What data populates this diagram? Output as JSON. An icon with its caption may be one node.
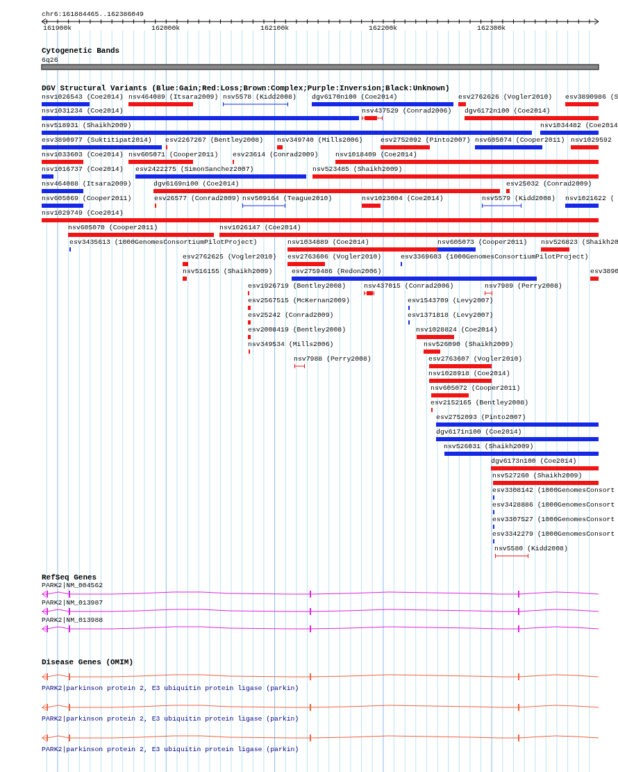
{
  "diagram": {
    "labels": [
      "chr6:161884465..162386049",
      "161900k",
      "162000k",
      "162100k",
      "162200k",
      "162300k",
      "Cytogenetic Bands",
      "6q26",
      "DGV Structural Variants (Blue:Gain;Red:Loss;Brown:Complex;Purple:Inversion;Black:Unknown)",
      "nsv1026543 (Coe2014)",
      "nsv464089 (Itsara2009)",
      "nsv5578 (Kidd2008)",
      "dgv6170n100 (Coe2014)",
      "esv2762626 (Vogler2010)",
      "esv3890986 (S",
      "nsv1031234 (Coe2014)",
      "nsv437529 (Conrad2006)",
      "dgv6172n100 (Coe2014)",
      "nsv518931 (Shaikh2009)",
      "nsv1034482 (Coe2014",
      "esv3890977 (Suktitipat2014)",
      "esv2267267 (Bentley2008)",
      "nsv349740 (Mills2006)",
      "esv2752092 (Pinto2007)",
      "nsv605074 (Cooper2011)",
      "nsv1029592",
      "nsv1033603 (Coe2014)",
      "nsv605071 (Cooper2011)",
      "esv23614 (Conrad2009)",
      "nsv1018409 (Coe2014)",
      "nsv1016737 (Coe2014)",
      "esv2422275 (SimonSanchez2007)",
      "nsv523485 (Shaikh2009)",
      "nsv464088 (Itsara2009)",
      "dgv6169n100 (Coe2014)",
      "esv25032 (Conrad2009)",
      "nsv605069 (Cooper2011)",
      "esv26577 (Conrad2009)",
      "nsv509164 (Teague2010)",
      "nsv1023004 (Coe2014)",
      "nsv5579 (Kidd2008)",
      "nsv1021622 (",
      "nsv1029749 (Coe2014)",
      "nsv605070 (Cooper2011)",
      "nsv1026147 (Coe2014)",
      "esv3435613 (1000GenomesConsortiumPilotProject)",
      "nsv1034889 (Coe2014)",
      "nsv605073 (Cooper2011)",
      "nsv526823 (Shaikh20",
      "esv2762625 (Vogler2010)",
      "esv2763606 (Vogler2010)",
      "esv3369603 (1000GenomesConsortiumPilotProject)",
      "nsv516155 (Shaikh2009)",
      "esv2759486 (Redon2006)",
      "esv3890",
      "esv1926719 (Bentley2008)",
      "nsv437015 (Conrad2006)",
      "nsv7989 (Perry2008)",
      "esv2567515 (McKernan2009)",
      "esv1543709 (Levy2007)",
      "esv25242 (Conrad2009)",
      "esv1371818 (Levy2007)",
      "esv2008419 (Bentley2008)",
      "nsv1028824 (Coe2014)",
      "nsv349534 (Mills2006)",
      "nsv526090 (Shaikh2009)",
      "nsv7988 (Perry2008)",
      "esv2763607 (Vogler2010)",
      "nsv1028918 (Coe2014)",
      "nsv605072 (Cooper2011)",
      "esv2152165 (Bentley2008)",
      "esv2752093 (Pinto2007)",
      "dgv6171n100 (Coe2014)",
      "nsv526031 (Shaikh2009)",
      "dgv6173n100 (Coe2014)",
      "nsv527260 (Shaikh2009)",
      "esv3308142 (1000GenomesConsort",
      "esv3428886 (1000GenomesConsort",
      "esv3307527 (1000GenomesConsort",
      "esv3342279 (1000GenomesConsort",
      "nsv5580 (Kidd2008)",
      "RefSeq Genes",
      "PARK2|NM_004562",
      "PARK2|NM_013987",
      "PARK2|NM_013988",
      "Disease Genes (OMIM)",
      "PARK2|parkinson protein 2, E3 ubiquitin protein ligase (parkin)",
      "PARK2|parkinson protein 2, E3 ubiquitin protein ligase (parkin)",
      "PARK2|parkinson protein 2, E3 ubiquitin protein ligase (parkin)"
    ]
  }
}
